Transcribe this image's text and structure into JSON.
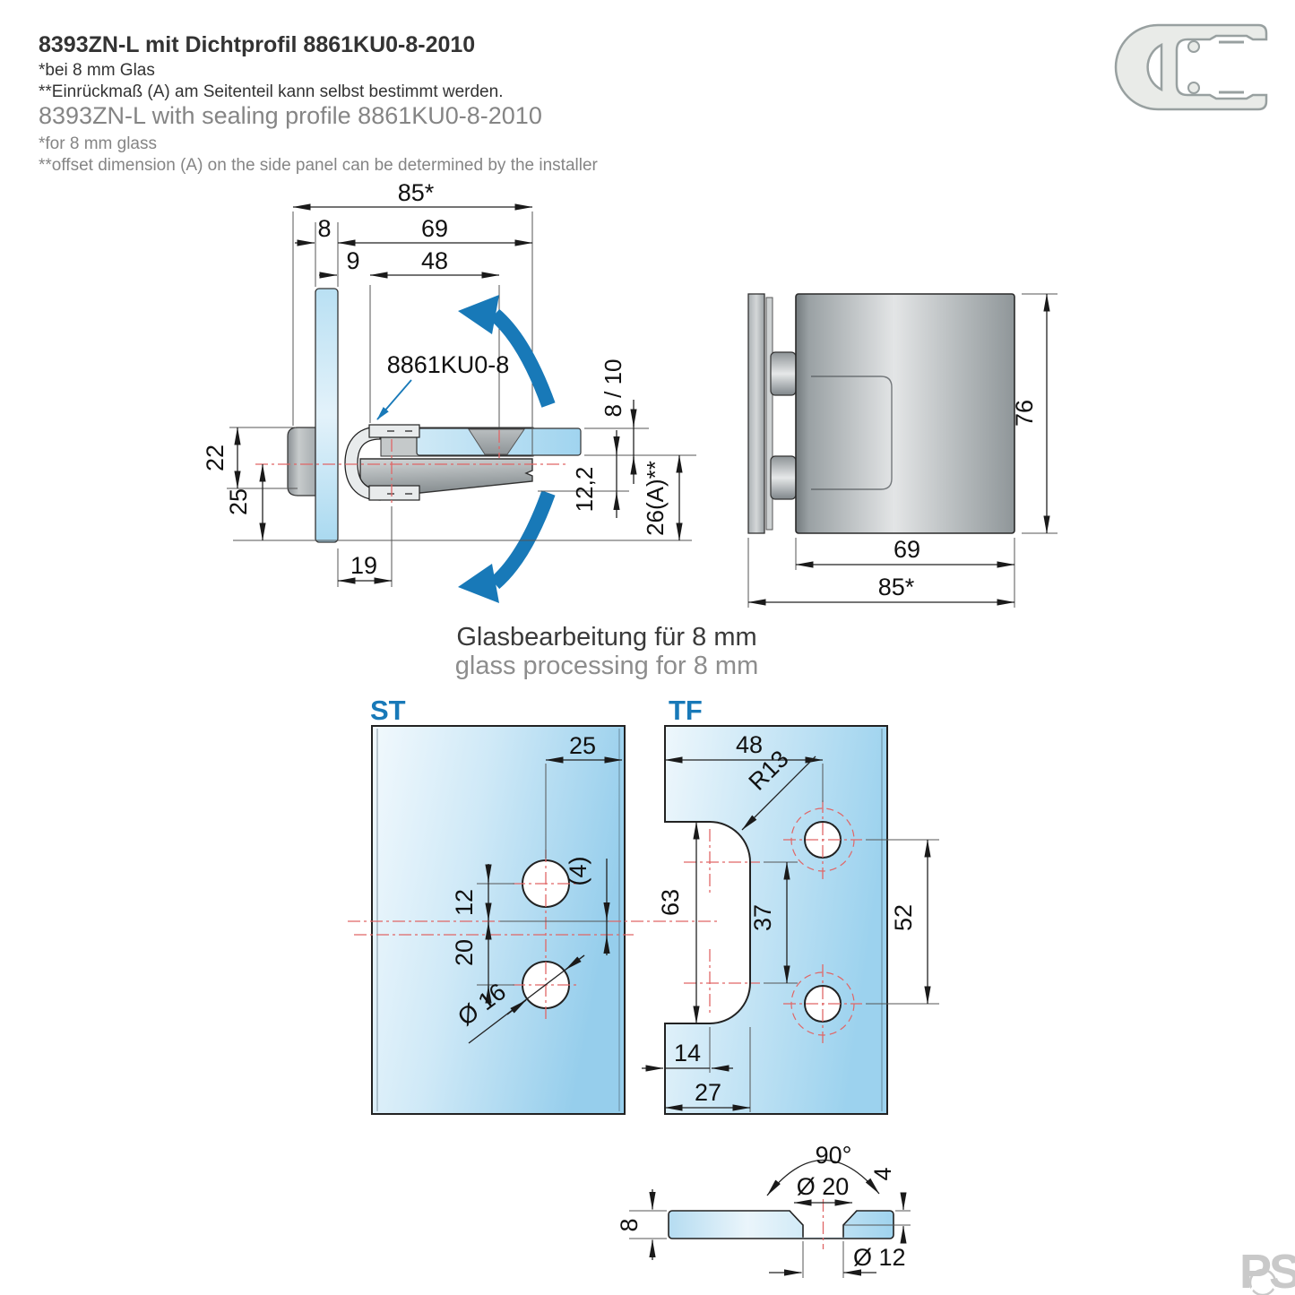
{
  "header": {
    "title_de": "8393ZN-L mit Dichtprofil 8861KU0-8-2010",
    "note1_de": "*bei 8 mm Glas",
    "note2_de": "**Einrückmaß (A) am Seitenteil kann selbst bestimmt werden.",
    "title_en": "8393ZN-L with sealing profile 8861KU0-8-2010",
    "note1_en": "*for 8 mm glass",
    "note2_en": "**offset dimension (A) on the side panel can be determined by the installer"
  },
  "side_view": {
    "dim_85": "85*",
    "dim_8": "8",
    "dim_69": "69",
    "dim_9": "9",
    "dim_48": "48",
    "dim_22": "22",
    "dim_25": "25",
    "dim_19": "19",
    "dim_glass": "8 / 10",
    "dim_12_2": "12,2",
    "dim_26a": "26(A)**",
    "seal_label": "8861KU0-8"
  },
  "front_view": {
    "dim_76": "76",
    "dim_69": "69",
    "dim_85": "85*"
  },
  "glass_section": {
    "title_de": "Glasbearbeitung für 8 mm",
    "title_en": "glass processing for 8 mm",
    "st_label": "ST",
    "tf_label": "TF"
  },
  "st_panel": {
    "dim_25": "25",
    "dim_12": "12",
    "dim_20": "20",
    "dim_offset": "(4)",
    "dim_hole": "Ø 16"
  },
  "tf_panel": {
    "dim_48": "48",
    "dim_radius": "R13",
    "dim_63": "63",
    "dim_37": "37",
    "dim_52": "52",
    "dim_14": "14",
    "dim_27": "27"
  },
  "countersink": {
    "dim_angle": "90°",
    "dim_top": "Ø 20",
    "dim_depth": "4",
    "dim_thickness": "8",
    "dim_bottom": "Ø 12"
  },
  "logo_text": "PS",
  "colors": {
    "accent_blue": "#1879b8",
    "centerline_red": "#e06666",
    "glass_blue": "#a6d6ef",
    "metal_gray": "#aab0b3"
  }
}
